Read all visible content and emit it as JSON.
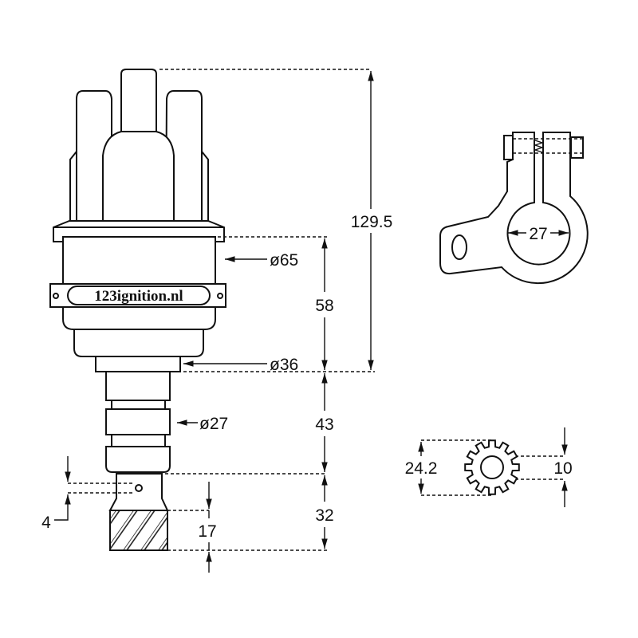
{
  "brand_label": "123ignition.nl",
  "dimensions": {
    "overall_height": "129.5",
    "body_height": "58",
    "shaft_length": "43",
    "drive_length": "32",
    "gear_length": "17",
    "pin_offset": "4",
    "body_diameter": "ø65",
    "collar_diameter": "ø36",
    "shaft_diameter": "ø27",
    "clamp_bore": "27",
    "gear_outer": "24.2",
    "gear_bore": "10"
  }
}
